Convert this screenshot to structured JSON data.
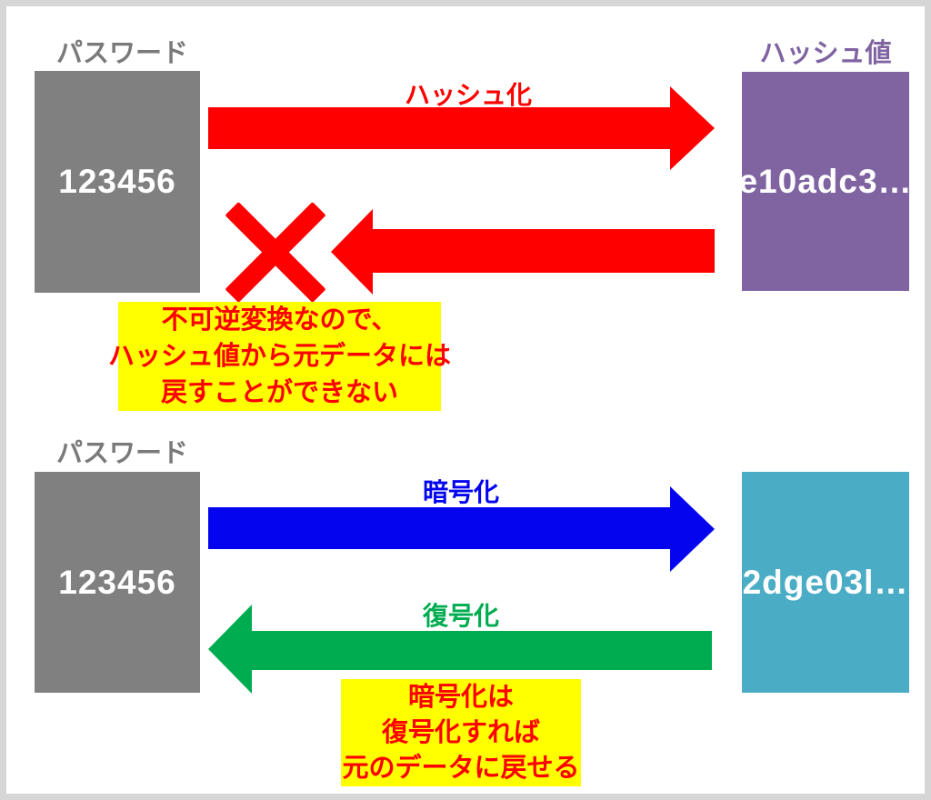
{
  "colors": {
    "red": "#fe0000",
    "blue": "#0404ef",
    "green": "#00ac50",
    "purple": "#8064a2",
    "teal": "#4bacc6",
    "gray_box": "#808080",
    "gray_text": "#7a7a7a",
    "yellow": "#ffff00",
    "frame": "#d6d6d6"
  },
  "top": {
    "password_label": "パスワード",
    "password_value": "123456",
    "hash_title": "ハッシュ値",
    "hash_value": "e10adc3…",
    "hashing_arrow_label": "ハッシュ化",
    "note_lines": {
      "0": "不可逆変換なので、",
      "1": "ハッシュ値から元データには",
      "2": "戻すことができない"
    }
  },
  "bottom": {
    "password_label": "パスワード",
    "password_value": "123456",
    "cipher_value": "2dge03l…",
    "encrypt_arrow_label": "暗号化",
    "decrypt_arrow_label": "復号化",
    "note_lines": {
      "0": "暗号化は",
      "1": "復号化すれば",
      "2": "元のデータに戻せる"
    }
  }
}
